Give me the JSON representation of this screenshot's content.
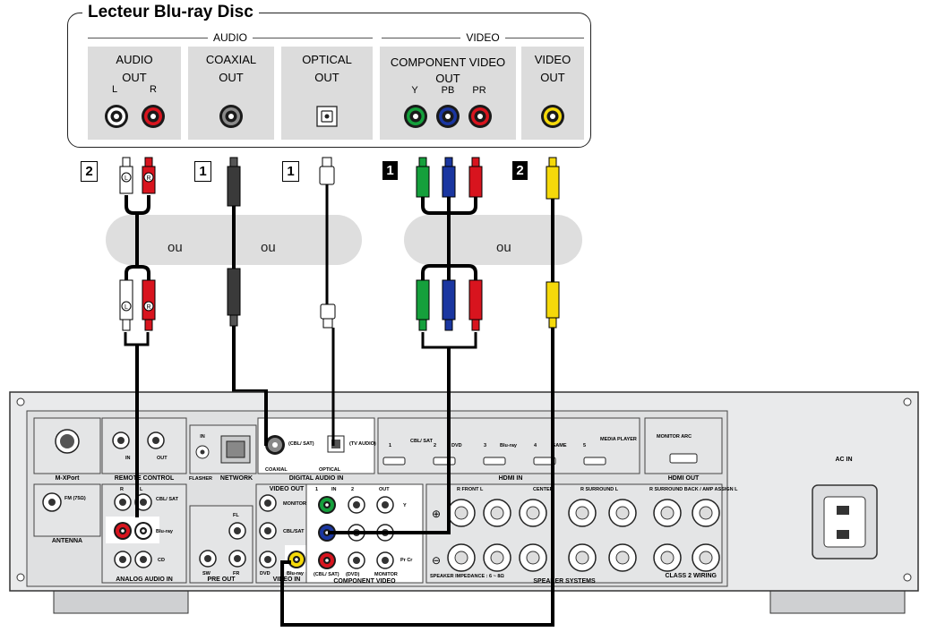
{
  "player": {
    "title": "Lecteur Blu-ray Disc",
    "group_audio": "AUDIO",
    "group_video": "VIDEO",
    "audio_out": {
      "line1": "AUDIO",
      "line2": "OUT",
      "left": "L",
      "right": "R"
    },
    "coaxial_out": {
      "line1": "COAXIAL",
      "line2": "OUT"
    },
    "optical_out": {
      "line1": "OPTICAL",
      "line2": "OUT"
    },
    "component_out": {
      "line1": "COMPONENT VIDEO",
      "line2": "OUT",
      "y": "Y",
      "pb": "PB",
      "pr": "PR"
    },
    "video_out": {
      "line1": "VIDEO",
      "line2": "OUT"
    }
  },
  "labels": {
    "n2_audio": "2",
    "n1_coax": "1",
    "n1_opt": "1",
    "n1_comp": "1",
    "n2_video": "2"
  },
  "or_text": {
    "a": "ou",
    "b": "ou",
    "c": "ou"
  },
  "plug_marks": {
    "left": "L",
    "right": "R"
  },
  "receiver": {
    "m_xport": "M-XPort",
    "remote_in": "IN",
    "remote_out": "OUT",
    "remote_control": "REMOTE CONTROL",
    "flasher_in": "IN",
    "flasher": "FLASHER",
    "network": "NETWORK",
    "coaxial_label": "COAXIAL",
    "coax_src": "(CBL/ SAT)",
    "optical_label": "OPTICAL",
    "opt_src": "(TV AUDIO)",
    "digital_audio_in": "DIGITAL AUDIO IN",
    "hdmi_inputs": [
      "1",
      "CBL/ SAT",
      "2",
      "DVD",
      "3",
      "Blu-ray",
      "4",
      "GAME",
      "5",
      "MEDIA PLAYER"
    ],
    "hdmi_in": "HDMI IN",
    "monitor_arc": "MONITOR ARC",
    "hdmi_out": "HDMI OUT",
    "ac_in": "AC IN",
    "fm": "FM (75Ω)",
    "antenna": "ANTENNA",
    "analog_r": "R",
    "analog_l": "L",
    "cbl_sat": "CBL/ SAT",
    "bluray": "Blu-ray",
    "cd": "CD",
    "analog_audio_in": "ANALOG AUDIO IN",
    "fl": "FL",
    "sw": "SW",
    "fr": "FR",
    "pre_out": "PRE OUT",
    "video_out": "VIDEO OUT",
    "monitor": "MONITOR",
    "v_cbl_sat": "CBL/SAT",
    "v_dvd": "DVD",
    "v_bluray": "Blu-ray",
    "video_in": "VIDEO IN",
    "comp_in_1": "1",
    "comp_in": "IN",
    "comp_in_2": "2",
    "comp_out": "OUT",
    "comp_y": "Y",
    "comp_pr": "Pr Cr",
    "comp_src1": "(CBL/ SAT)",
    "comp_src2": "(DVD)",
    "comp_monitor": "MONITOR",
    "component_video": "COMPONENT VIDEO",
    "front": "R  FRONT  L",
    "center": "CENTER",
    "surround": "R  SURROUND  L",
    "surround_back": "R SURROUND BACK / AMP ASSIGN L",
    "impedance": "SPEAKER IMPEDANCE : 6 ~ 8Ω",
    "speaker_systems": "SPEAKER SYSTEMS",
    "class2": "CLASS 2 WIRING"
  },
  "colors": {
    "red": "#d8141e",
    "green": "#15a03c",
    "blue": "#1a36a0",
    "yellow": "#f5d90a",
    "panel": "#dcdcdc",
    "band": "#dedede",
    "body": "#e9eaeb"
  }
}
